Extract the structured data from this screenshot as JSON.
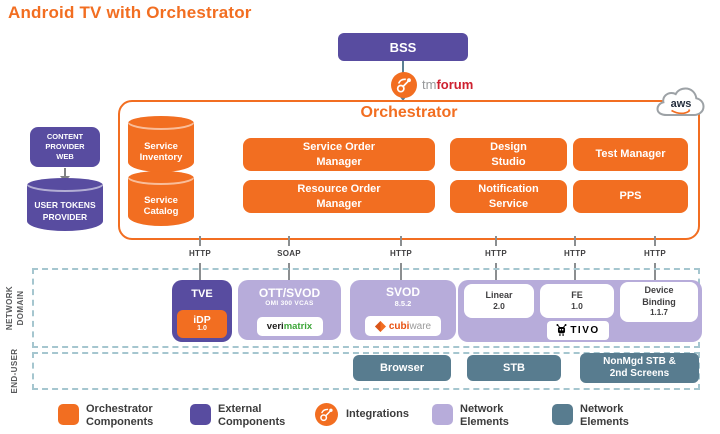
{
  "title": "Android TV with Orchestrator",
  "bss": {
    "label": "BSS"
  },
  "tmforum": {
    "tm": "tm",
    "forum": "forum"
  },
  "aws": {
    "label": "aws"
  },
  "orchestrator": {
    "title": "Orchestrator",
    "datastores": [
      {
        "label": "Service\nInventory"
      },
      {
        "label": "Service\nCatalog"
      }
    ],
    "components": [
      {
        "label": "Service Order\nManager"
      },
      {
        "label": "Resource Order\nManager"
      },
      {
        "label": "Design\nStudio"
      },
      {
        "label": "Notification\nService"
      },
      {
        "label": "Test Manager"
      },
      {
        "label": "PPS"
      }
    ]
  },
  "external": {
    "content_provider_web": "CONTENT\nPROVIDER\nWEB",
    "user_tokens_provider": "USER TOKENS\nPROVIDER"
  },
  "protocols": [
    "HTTP",
    "SOAP",
    "HTTP",
    "HTTP",
    "HTTP",
    "HTTP"
  ],
  "network_domain": {
    "label": "NETWORK\nDOMAIN",
    "tve": {
      "label": "TVE",
      "idp_name": "iDP",
      "idp_version": "1.0"
    },
    "ott_svod": {
      "name": "OTT/SVOD",
      "detail": "OMI 300 VCAS",
      "vendor_prefix": "veri",
      "vendor_suffix": "matrix"
    },
    "svod": {
      "name": "SVOD",
      "version": "8.5.2",
      "vendor_prefix": "cubi",
      "vendor_suffix": "ware"
    },
    "tivo_group": {
      "linear_name": "Linear",
      "linear_version": "2.0",
      "fe_name": "FE",
      "fe_version": "1.0",
      "device_binding_name": "Device\nBinding",
      "device_binding_version": "1.1.7",
      "vendor": "TIVO"
    }
  },
  "end_user": {
    "label": "END-USER",
    "items": [
      {
        "label": "Browser"
      },
      {
        "label": "STB"
      },
      {
        "label": "NonMgd STB &\n2nd Screens"
      }
    ]
  },
  "legend": {
    "items": [
      {
        "label": "Orchestrator\nComponents",
        "color": "#F26E21"
      },
      {
        "label": "External\nComponents",
        "color": "#584CA0"
      },
      {
        "label": "Integrations",
        "color": "#F26E21"
      },
      {
        "label": "Network\nElements",
        "color": "#B7ACDA"
      },
      {
        "label": "Network\nElements",
        "color": "#587C8F"
      }
    ]
  },
  "colors": {
    "orange": "#F26E21",
    "purple": "#584CA0",
    "lavender": "#B7ACDA",
    "slate": "#587C8F",
    "tmforum_red": "#CE202F",
    "dashed_border": "#A5C6CF"
  }
}
